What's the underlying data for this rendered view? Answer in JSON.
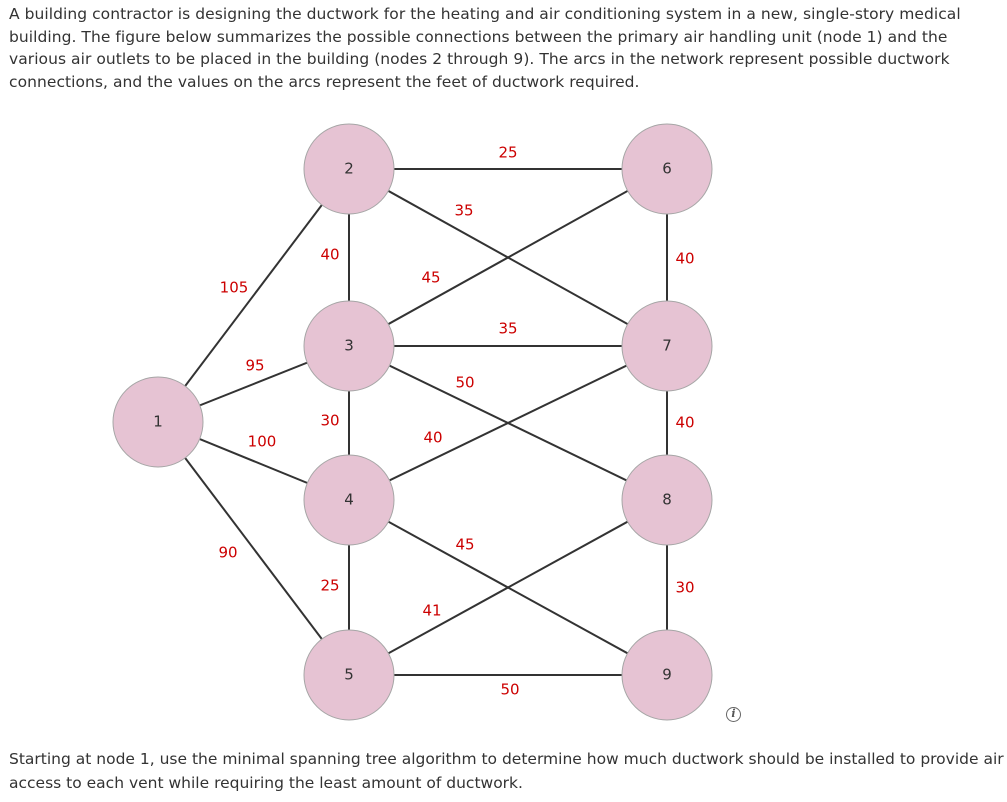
{
  "problem": {
    "intro": "A building contractor is designing the ductwork for the heating and air conditioning system in a new, single-story medical building. The figure below summarizes the possible connections between the primary air handling unit (node 1) and the various air outlets to be placed in the building (nodes 2 through 9). The arcs in the network represent possible ductwork connections, and the values on the arcs represent the feet of ductwork required.",
    "question": "Starting at node 1, use the minimal spanning tree algorithm to determine how much ductwork should be installed to provide air access to each vent while requiring the least amount of ductwork."
  },
  "network": {
    "node_fill": "#e6c3d3",
    "node_stroke": "#a6a6a6",
    "edge_color": "#333333",
    "weight_color": "#cc0000",
    "nodes": [
      "1",
      "2",
      "3",
      "4",
      "5",
      "6",
      "7",
      "8",
      "9"
    ],
    "arcs": [
      {
        "from": "1",
        "to": "2",
        "weight": "105"
      },
      {
        "from": "1",
        "to": "3",
        "weight": "95"
      },
      {
        "from": "1",
        "to": "4",
        "weight": "100"
      },
      {
        "from": "1",
        "to": "5",
        "weight": "90"
      },
      {
        "from": "2",
        "to": "3",
        "weight": "40"
      },
      {
        "from": "3",
        "to": "4",
        "weight": "30"
      },
      {
        "from": "4",
        "to": "5",
        "weight": "25"
      },
      {
        "from": "6",
        "to": "7",
        "weight": "40"
      },
      {
        "from": "7",
        "to": "8",
        "weight": "40"
      },
      {
        "from": "8",
        "to": "9",
        "weight": "30"
      },
      {
        "from": "2",
        "to": "6",
        "weight": "25"
      },
      {
        "from": "3",
        "to": "7",
        "weight": "35"
      },
      {
        "from": "5",
        "to": "9",
        "weight": "50"
      },
      {
        "from": "2",
        "to": "7",
        "weight": "35"
      },
      {
        "from": "3",
        "to": "6",
        "weight": "45"
      },
      {
        "from": "3",
        "to": "8",
        "weight": "50"
      },
      {
        "from": "4",
        "to": "7",
        "weight": "40"
      },
      {
        "from": "4",
        "to": "9",
        "weight": "45"
      },
      {
        "from": "5",
        "to": "8",
        "weight": "41"
      }
    ]
  },
  "icons": {
    "info": "info-icon",
    "info_glyph": "i"
  }
}
